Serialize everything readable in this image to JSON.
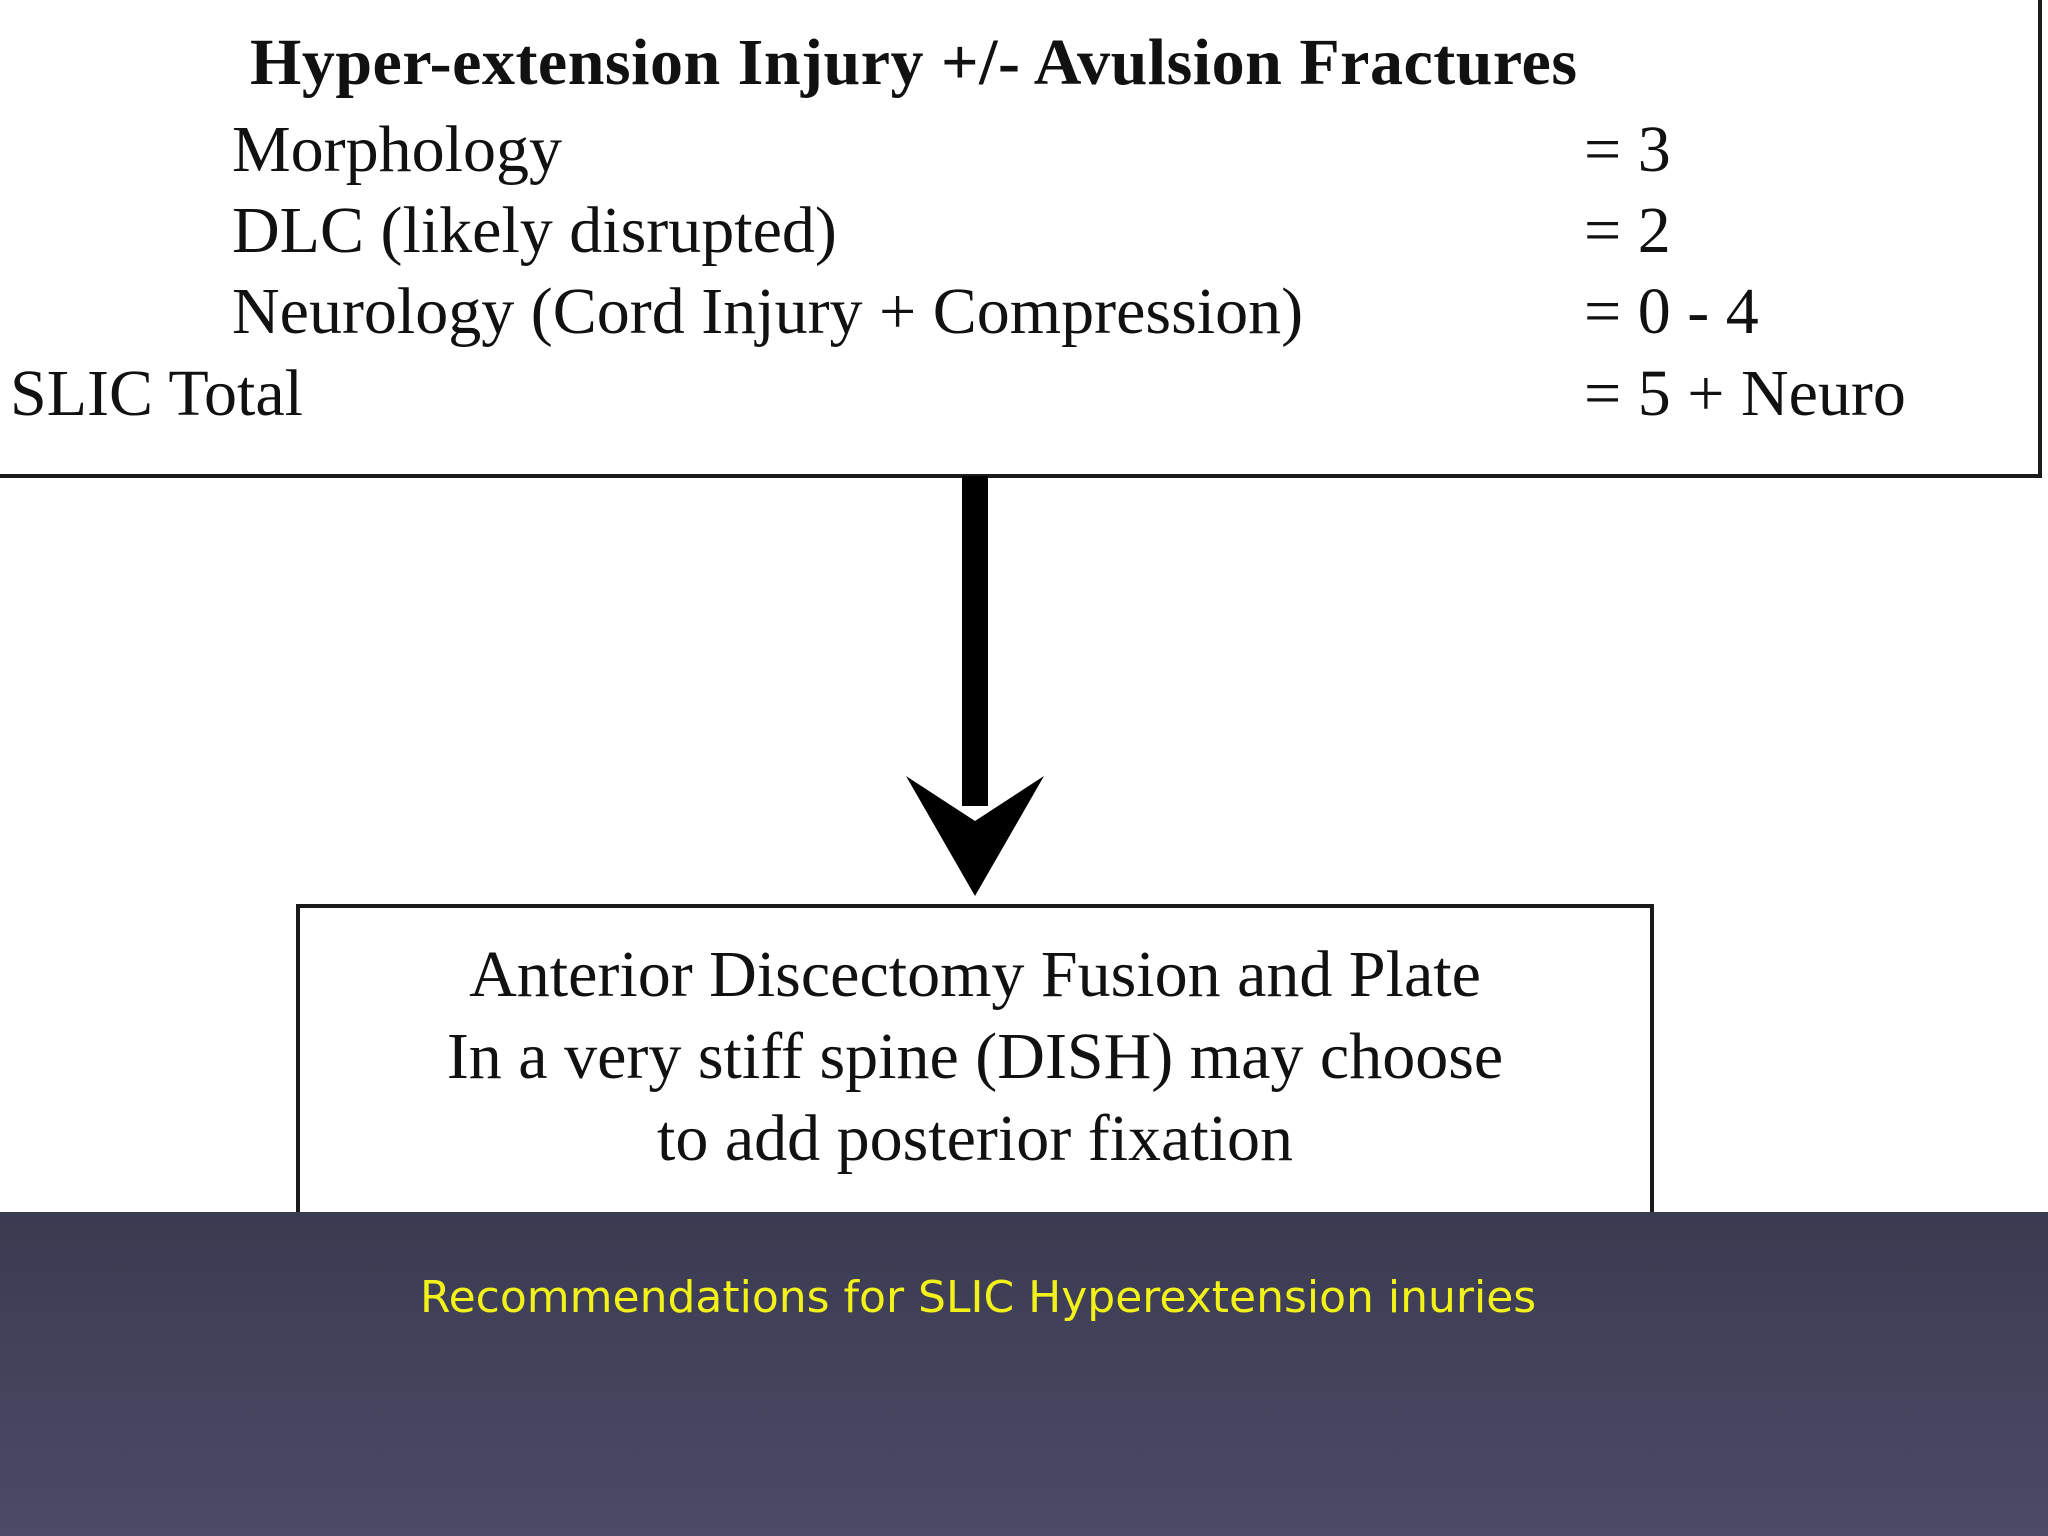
{
  "figure": {
    "title": "Hyper-extension Injury +/- Avulsion Fractures",
    "rows": [
      {
        "label": "Morphology",
        "value": "= 3"
      },
      {
        "label": "DLC (likely disrupted)",
        "value": "= 2"
      },
      {
        "label": "Neurology (Cord Injury + Compression)",
        "value": "= 0 - 4"
      },
      {
        "label": "SLIC Total",
        "value": "= 5 + Neuro"
      }
    ],
    "recommendation": {
      "line1": "Anterior Discectomy Fusion and Plate",
      "line2": "In a very stiff spine (DISH) may choose",
      "line3": "to add posterior fixation"
    }
  },
  "caption": "Recommendations for SLIC Hyperextension inuries",
  "colors": {
    "caption_text": "#f2f21a",
    "band_top": "#3a3a51",
    "band_bottom": "#4b4b68",
    "ink": "#111111"
  }
}
